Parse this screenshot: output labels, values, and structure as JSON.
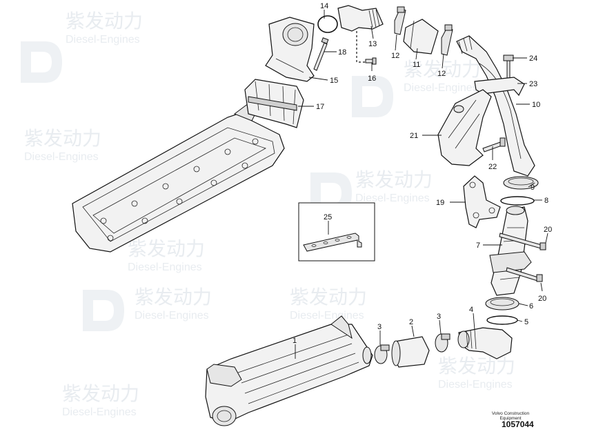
{
  "watermark": {
    "brand_cn": "紫发动力",
    "brand_en": "Diesel-Engines"
  },
  "callouts": [
    "14",
    "13",
    "12",
    "11",
    "12",
    "24",
    "18",
    "15",
    "16",
    "23",
    "17",
    "10",
    "21",
    "22",
    "9",
    "8",
    "19",
    "25",
    "20",
    "7",
    "20",
    "6",
    "4",
    "5",
    "3",
    "2",
    "3",
    "1"
  ],
  "footer": {
    "brand_line1": "Volvo Construction",
    "brand_line2": "Equipment",
    "code": "1057044"
  }
}
